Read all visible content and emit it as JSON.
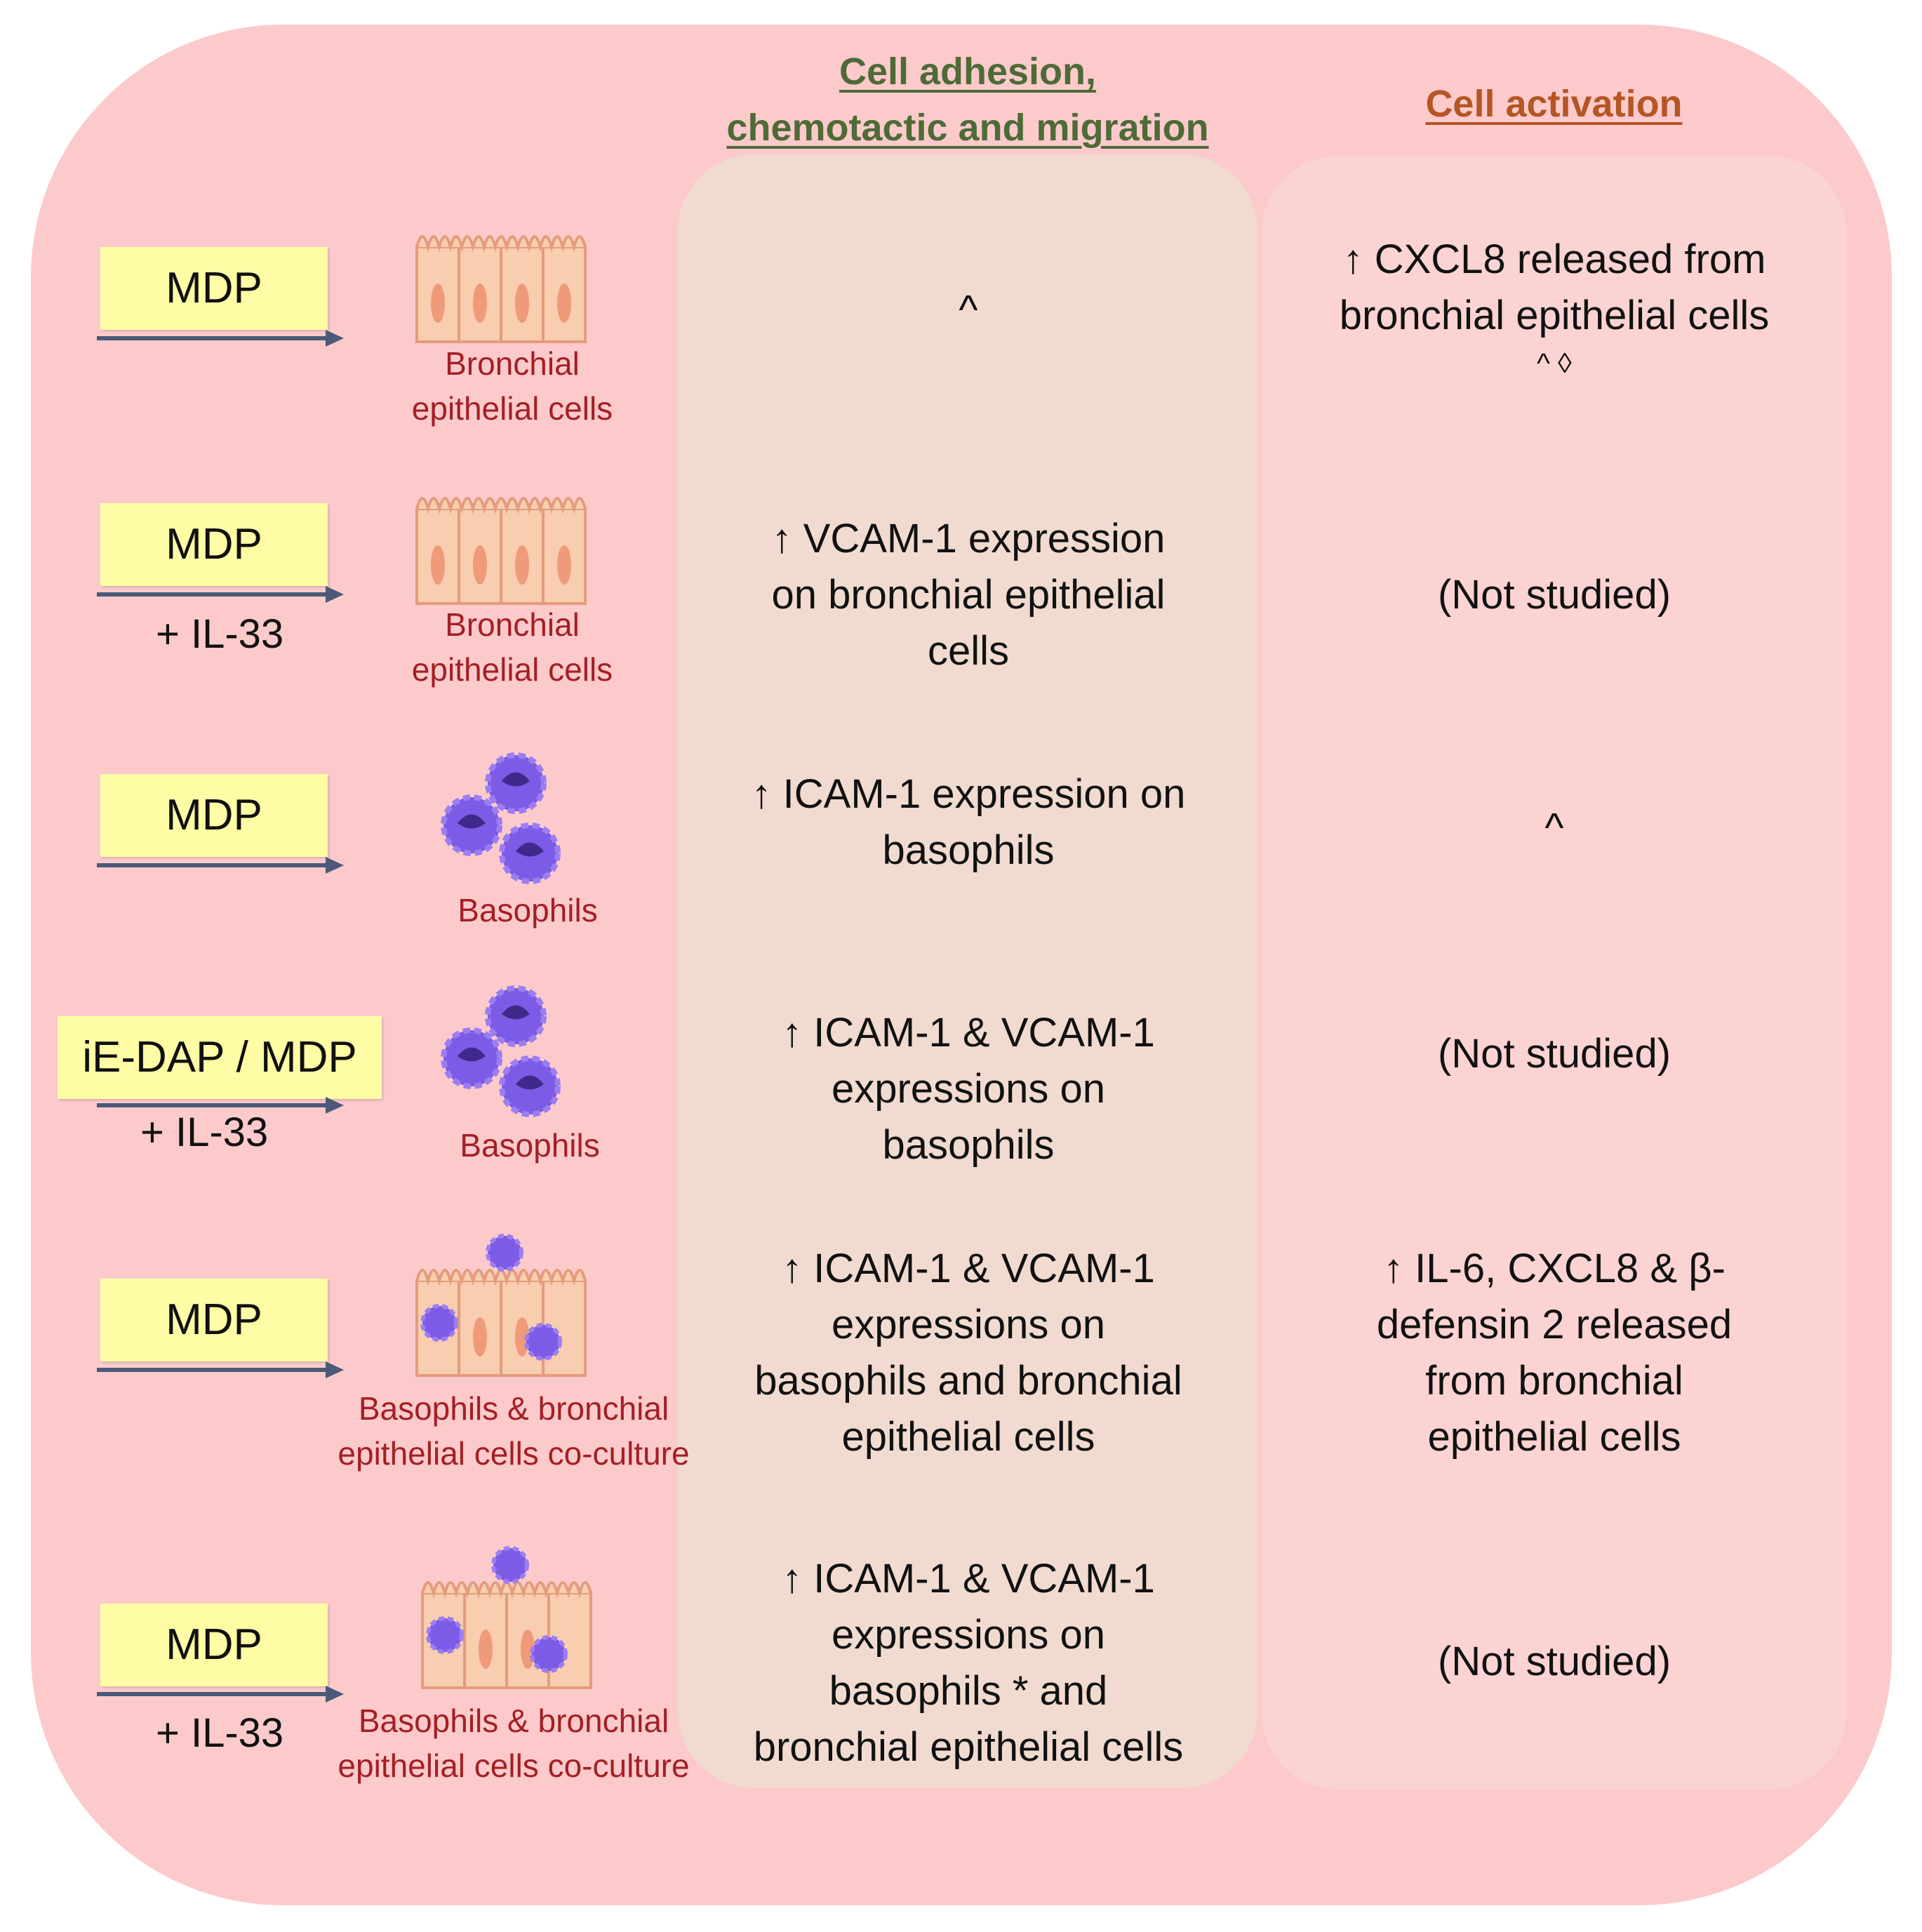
{
  "headers": {
    "middle_line1": "Cell adhesion,",
    "middle_line2": "chemotactic and migration",
    "right": "Cell activation"
  },
  "rows": [
    {
      "stimulus": "MDP",
      "cofactor": "",
      "cell_label_1": "Bronchial",
      "cell_label_2": "epithelial cells",
      "adhesion": [
        "^"
      ],
      "activation": [
        "↑ CXCL8 released from",
        "bronchial epithelial cells",
        "^ ◊"
      ]
    },
    {
      "stimulus": "MDP",
      "cofactor": "+ IL-33",
      "cell_label_1": "Bronchial",
      "cell_label_2": "epithelial cells",
      "adhesion": [
        "↑ VCAM-1 expression",
        "on bronchial epithelial",
        "cells"
      ],
      "activation": [
        "(Not studied)"
      ]
    },
    {
      "stimulus": "MDP",
      "cofactor": "",
      "cell_label_1": "Basophils",
      "cell_label_2": "",
      "adhesion": [
        "↑ ICAM-1 expression on",
        "basophils"
      ],
      "activation": [
        "^"
      ]
    },
    {
      "stimulus": "iE-DAP / MDP",
      "cofactor": "+ IL-33",
      "cell_label_1": "Basophils",
      "cell_label_2": "",
      "adhesion": [
        "↑ ICAM-1 & VCAM-1",
        "expressions on",
        "basophils"
      ],
      "activation": [
        "(Not studied)"
      ]
    },
    {
      "stimulus": "MDP",
      "cofactor": "",
      "cell_label_1": "Basophils & bronchial",
      "cell_label_2": "epithelial cells co-culture",
      "adhesion": [
        "↑ ICAM-1 & VCAM-1",
        "expressions on",
        "basophils and bronchial",
        "epithelial cells"
      ],
      "activation": [
        "↑ IL-6, CXCL8 & β-",
        "defensin 2 released",
        "from bronchial",
        "epithelial cells"
      ]
    },
    {
      "stimulus": "MDP",
      "cofactor": "+ IL-33",
      "cell_label_1": "Basophils & bronchial",
      "cell_label_2": "epithelial cells co-culture",
      "adhesion": [
        "↑ ICAM-1 & VCAM-1",
        "expressions on",
        "basophils * and",
        "bronchial epithelial cells"
      ],
      "activation": [
        "(Not studied)"
      ]
    }
  ],
  "colors": {
    "panel": "#fccacb",
    "middle_column": "#f1dbd1",
    "right_column": "#fad3d2",
    "stimulus_box": "#fefda6",
    "arrow": "#4a5a78",
    "header_middle": "#4e6b37",
    "header_right": "#b55524",
    "cell_label": "#a31f26",
    "epithelium": "#f9cdb0",
    "basophil": "#7c5ce6"
  },
  "icons": {
    "epithelium": "bronchial-epithelium-icon",
    "basophil": "basophil-cluster-icon",
    "coculture": "coculture-icon",
    "arrow": "arrow-right-icon"
  }
}
